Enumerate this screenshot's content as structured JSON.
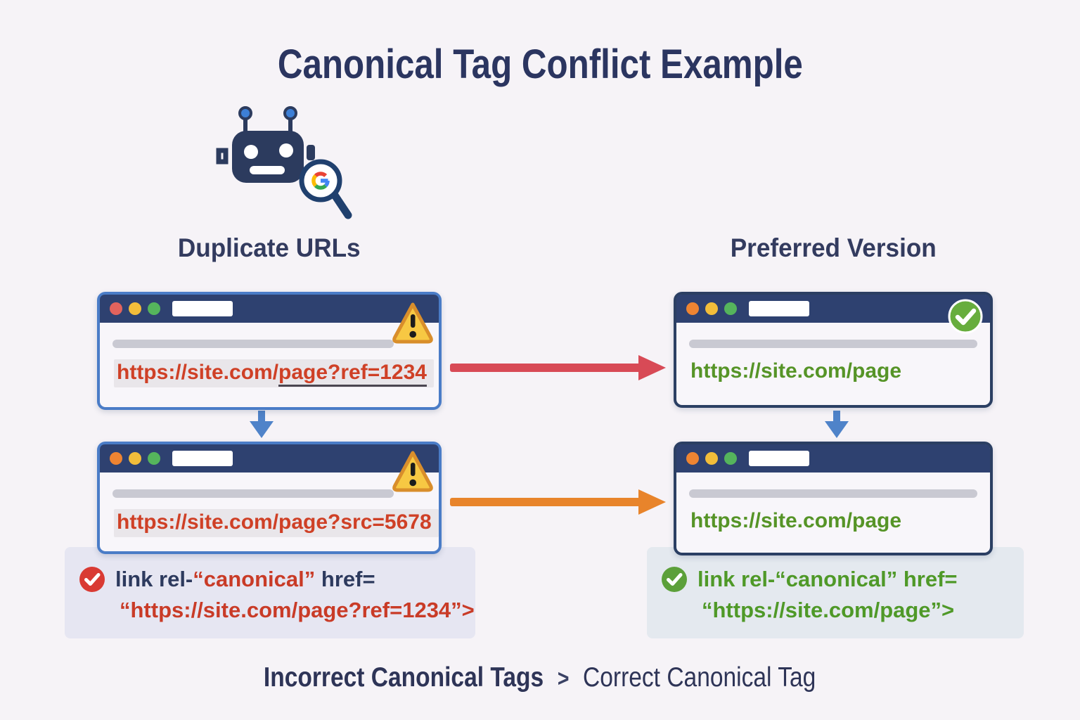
{
  "title": "Canonical Tag Conflict Example",
  "left_column": {
    "heading": "Duplicate URLs"
  },
  "right_column": {
    "heading": "Preferred Version"
  },
  "windows": [
    {
      "label": "duplicate-url-1",
      "url_prefix": "https://site.com/",
      "url_marked": "page?ref=1234",
      "badge": "warning"
    },
    {
      "label": "duplicate-url-2",
      "url": "https://site.com/page?src=5678",
      "badge": "warning"
    },
    {
      "label": "preferred-version-1",
      "url": "https://site.com/page",
      "badge": "green-check"
    },
    {
      "label": "preferred-version-2",
      "url": "https://site.com/page",
      "badge": "none"
    }
  ],
  "code_boxes": {
    "incorrect": {
      "status_icon": "red-check-icon",
      "line1_pre": "link rel-",
      "line1_attr": "“canonical”",
      "line1_post": " href=",
      "line2": "“https://site.com/page?ref=1234”>"
    },
    "correct": {
      "status_icon": "green-check-icon",
      "line1": "link rel-“canonical” href=",
      "line2": "“https://site.com/page”>"
    }
  },
  "caption": {
    "incorrect": "Incorrect Canonical Tags",
    "separator": ">",
    "correct": "Correct Canonical Tag"
  },
  "icons": {
    "robot": "googlebot-robot-icon",
    "magnifier": "google-magnifier-icon",
    "warning": "warning-triangle-icon",
    "preferred_badge": "green-check-icon",
    "incorrect_status": "red-check-icon",
    "correct_status": "green-check-icon"
  },
  "palette": {
    "background": "#f6f3f7",
    "navy_text": "#2b3560",
    "titlebar": "#2e4170",
    "window_border_blue": "#4a7cc7",
    "window_border_dark": "#2b3f63",
    "url_red": "#cf4026",
    "url_green": "#569427",
    "arrow_red": "#d84a56",
    "arrow_orange": "#e8842b",
    "arrow_blue": "#4f83c9",
    "warning_yellow": "#f7c843",
    "warning_border": "#d98e2b",
    "check_green": "#67ad3d",
    "status_red": "#d93a33",
    "codebox_incorrect_bg": "#e6e6f2",
    "codebox_correct_bg": "#e4e9ef"
  }
}
